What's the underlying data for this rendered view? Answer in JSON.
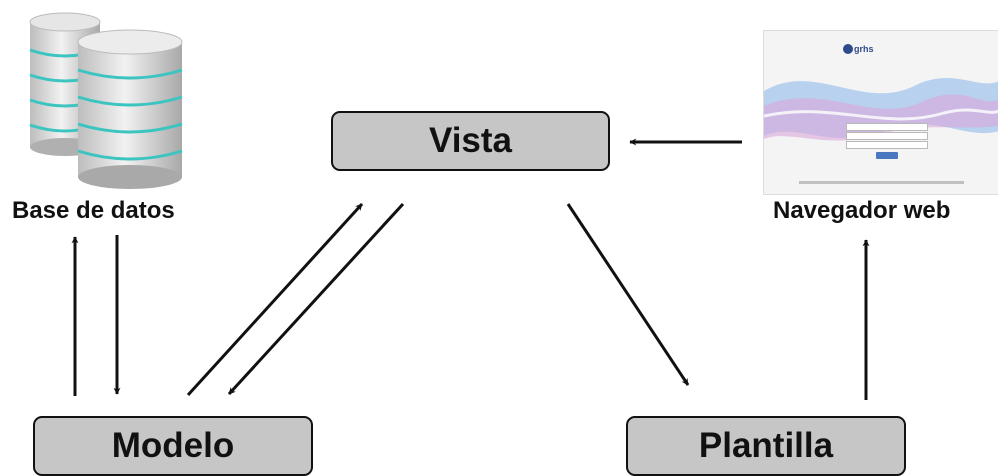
{
  "nodes": {
    "vista": "Vista",
    "modelo": "Modelo",
    "plantilla": "Plantilla"
  },
  "labels": {
    "database": "Base de datos",
    "browser": "Navegador web"
  },
  "browser_screenshot": {
    "logo_text": "grhs"
  },
  "colors": {
    "box_fill": "#c6c6c6",
    "outline": "#111111",
    "db_body": "#d9d9d9",
    "db_stripe": "#3cc5c0"
  }
}
